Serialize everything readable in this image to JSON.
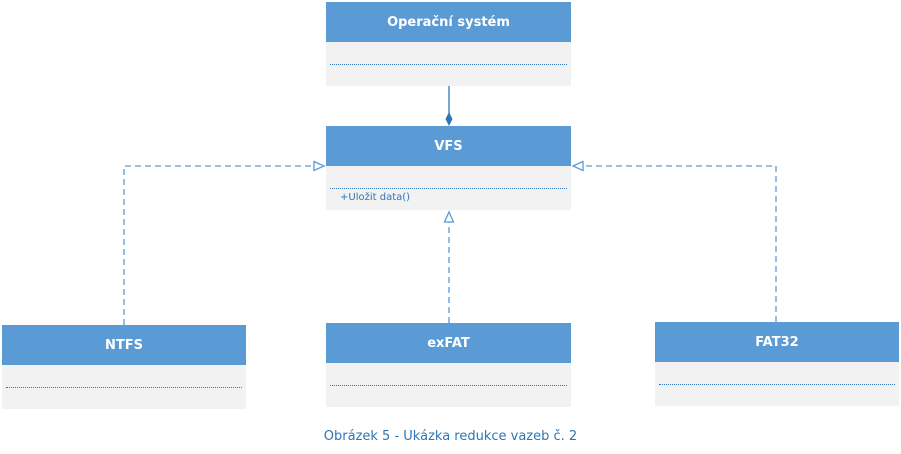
{
  "diagram": {
    "classes": {
      "os": {
        "name": "Operační systém"
      },
      "vfs": {
        "name": "VFS",
        "methods": [
          "+Uložit data()"
        ]
      },
      "ntfs": {
        "name": "NTFS"
      },
      "exfat": {
        "name": "exFAT"
      },
      "fat32": {
        "name": "FAT32"
      }
    },
    "relations": [
      {
        "from": "vfs",
        "to": "os",
        "type": "composition"
      },
      {
        "from": "ntfs",
        "to": "vfs",
        "type": "realization"
      },
      {
        "from": "exfat",
        "to": "vfs",
        "type": "realization"
      },
      {
        "from": "fat32",
        "to": "vfs",
        "type": "realization"
      }
    ],
    "colors": {
      "header": "#5b9bd5",
      "body": "#f2f2f2",
      "line": "#2e75b6"
    },
    "caption": "Obrázek 5 - Ukázka redukce vazeb č. 2"
  }
}
